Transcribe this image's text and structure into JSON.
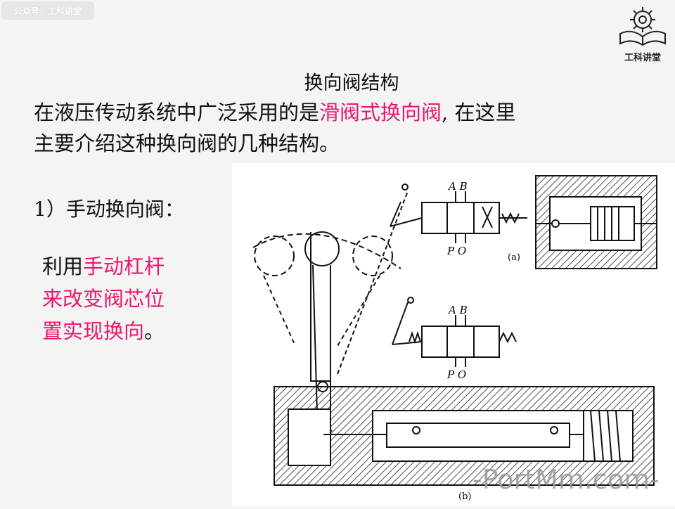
{
  "watermark": "公众号：工科讲堂",
  "logo": {
    "text": "工科讲堂",
    "icon": "gear-book-icon"
  },
  "title": "换向阀结构",
  "intro": {
    "before": "在液压传动系统中广泛采用的是",
    "highlight": "滑阀式换向阀",
    "after": ", 在这里",
    "line2": "主要介绍这种换向阀的几种结构。"
  },
  "item": "1）手动换向阀：",
  "desc": {
    "prefix": "利用",
    "line1_highlight": "手动杠杆",
    "line2_highlight": "来改变阀芯位",
    "line3_highlight": "置实现换向",
    "suffix": "。"
  },
  "figure": {
    "port_top": "A B",
    "port_bottom": "P O",
    "label_a": "(a)",
    "label_b": "(b)"
  },
  "footer_watermark": "-PortMm.com-",
  "colors": {
    "highlight": "#e8196e",
    "text": "#111111"
  }
}
